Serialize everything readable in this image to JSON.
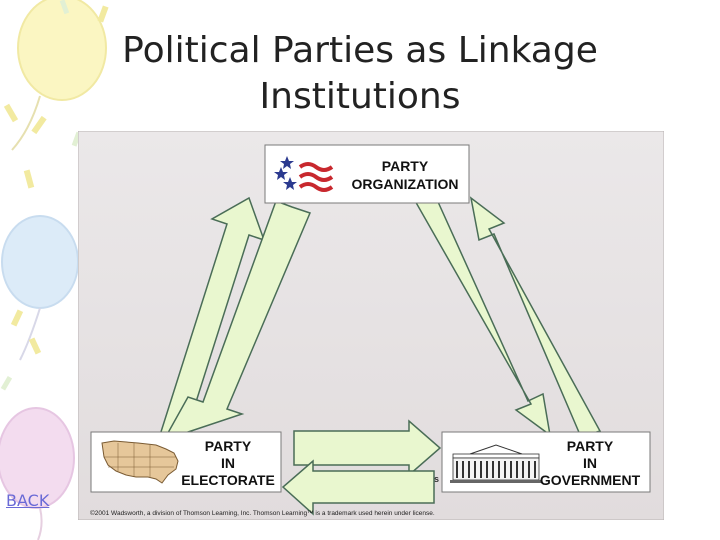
{
  "slide": {
    "title_line1": "Political Parties as Linkage",
    "title_line2": "Institutions",
    "back_link": "BACK"
  },
  "diagram": {
    "nodes": {
      "organization": {
        "line1": "PARTY",
        "line2": "ORGANIZATION"
      },
      "electorate": {
        "line1": "PARTY",
        "line2": "IN",
        "line3": "ELECTORATE"
      },
      "government": {
        "line1": "PARTY",
        "line2": "IN",
        "line3": "GOVERNMENT"
      }
    },
    "credit": "©2001 Wadsworth, a division of Thomson Learning, Inc. Thomson Learning™ is a trademark used herein under license.",
    "colors": {
      "panel": "#e6e2e3",
      "arrow_fill": "#e9f7cf",
      "arrow_stroke": "#4a6d57",
      "box_fill": "#ffffff",
      "flag_red": "#c8282e",
      "flag_blue": "#2b3a8f"
    }
  }
}
